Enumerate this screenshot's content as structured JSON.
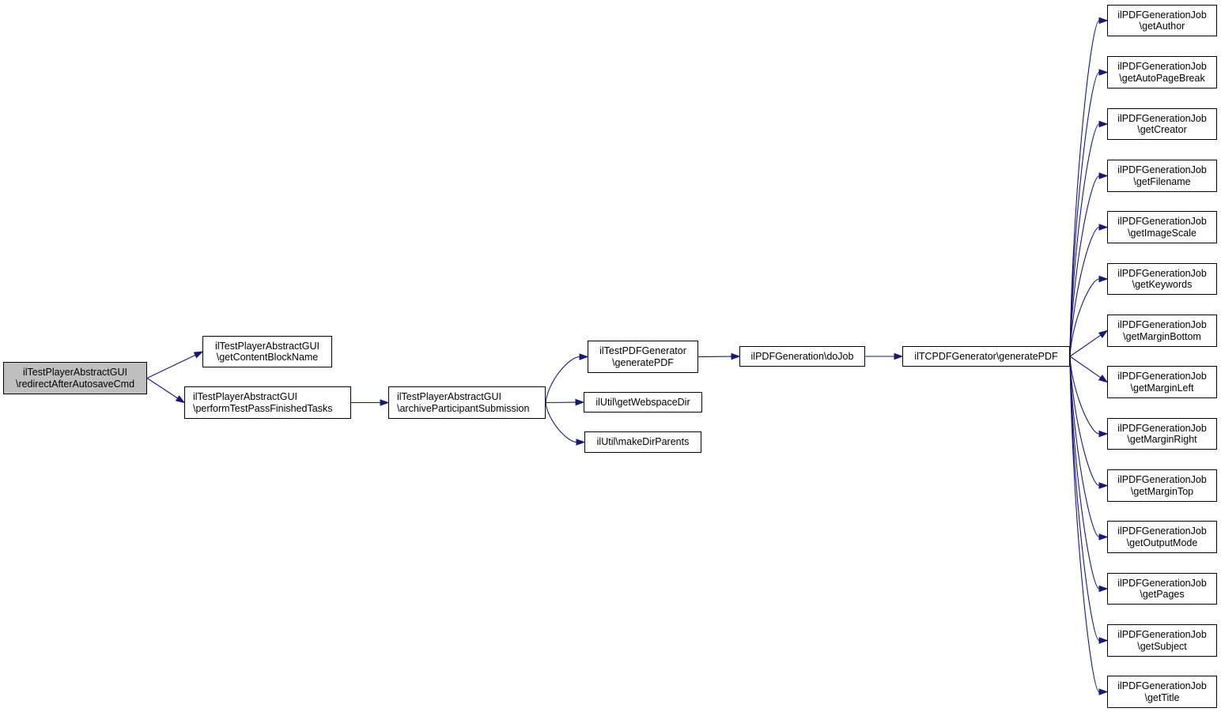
{
  "colors": {
    "edge": "#191970",
    "root_fill": "#bfbfbf",
    "node_fill": "#ffffff",
    "node_border": "#000000"
  },
  "nodes": {
    "root": {
      "line1": "ilTestPlayerAbstractGUI",
      "line2": "\\redirectAfterAutosaveCmd"
    },
    "get_content_block": {
      "line1": "ilTestPlayerAbstractGUI",
      "line2": "\\getContentBlockName"
    },
    "perform_test_pass": {
      "line1": "ilTestPlayerAbstractGUI",
      "line2": "\\performTestPassFinishedTasks"
    },
    "archive_submission": {
      "line1": "ilTestPlayerAbstractGUI",
      "line2": "\\archiveParticipantSubmission"
    },
    "test_pdf_generator": {
      "line1": "ilTestPDFGenerator",
      "line2": "\\generatePDF"
    },
    "webspace_dir": {
      "line1": "ilUtil\\getWebspaceDir"
    },
    "make_dir_parents": {
      "line1": "ilUtil\\makeDirParents"
    },
    "do_job": {
      "line1": "ilPDFGeneration\\doJob"
    },
    "tcpdf_generate": {
      "line1": "ilTCPDFGenerator\\generatePDF"
    },
    "get_author": {
      "line1": "ilPDFGenerationJob",
      "line2": "\\getAuthor"
    },
    "get_auto_page_break": {
      "line1": "ilPDFGenerationJob",
      "line2": "\\getAutoPageBreak"
    },
    "get_creator": {
      "line1": "ilPDFGenerationJob",
      "line2": "\\getCreator"
    },
    "get_filename": {
      "line1": "ilPDFGenerationJob",
      "line2": "\\getFilename"
    },
    "get_image_scale": {
      "line1": "ilPDFGenerationJob",
      "line2": "\\getImageScale"
    },
    "get_keywords": {
      "line1": "ilPDFGenerationJob",
      "line2": "\\getKeywords"
    },
    "get_margin_bottom": {
      "line1": "ilPDFGenerationJob",
      "line2": "\\getMarginBottom"
    },
    "get_margin_left": {
      "line1": "ilPDFGenerationJob",
      "line2": "\\getMarginLeft"
    },
    "get_margin_right": {
      "line1": "ilPDFGenerationJob",
      "line2": "\\getMarginRight"
    },
    "get_margin_top": {
      "line1": "ilPDFGenerationJob",
      "line2": "\\getMarginTop"
    },
    "get_output_mode": {
      "line1": "ilPDFGenerationJob",
      "line2": "\\getOutputMode"
    },
    "get_pages": {
      "line1": "ilPDFGenerationJob",
      "line2": "\\getPages"
    },
    "get_subject": {
      "line1": "ilPDFGenerationJob",
      "line2": "\\getSubject"
    },
    "get_title": {
      "line1": "ilPDFGenerationJob",
      "line2": "\\getTitle"
    }
  },
  "edges": [
    [
      "root",
      "get_content_block"
    ],
    [
      "root",
      "perform_test_pass"
    ],
    [
      "perform_test_pass",
      "archive_submission"
    ],
    [
      "archive_submission",
      "test_pdf_generator"
    ],
    [
      "archive_submission",
      "webspace_dir"
    ],
    [
      "archive_submission",
      "make_dir_parents"
    ],
    [
      "test_pdf_generator",
      "do_job"
    ],
    [
      "do_job",
      "tcpdf_generate"
    ],
    [
      "tcpdf_generate",
      "get_author"
    ],
    [
      "tcpdf_generate",
      "get_auto_page_break"
    ],
    [
      "tcpdf_generate",
      "get_creator"
    ],
    [
      "tcpdf_generate",
      "get_filename"
    ],
    [
      "tcpdf_generate",
      "get_image_scale"
    ],
    [
      "tcpdf_generate",
      "get_keywords"
    ],
    [
      "tcpdf_generate",
      "get_margin_bottom"
    ],
    [
      "tcpdf_generate",
      "get_margin_left"
    ],
    [
      "tcpdf_generate",
      "get_margin_right"
    ],
    [
      "tcpdf_generate",
      "get_margin_top"
    ],
    [
      "tcpdf_generate",
      "get_output_mode"
    ],
    [
      "tcpdf_generate",
      "get_pages"
    ],
    [
      "tcpdf_generate",
      "get_subject"
    ],
    [
      "tcpdf_generate",
      "get_title"
    ]
  ]
}
